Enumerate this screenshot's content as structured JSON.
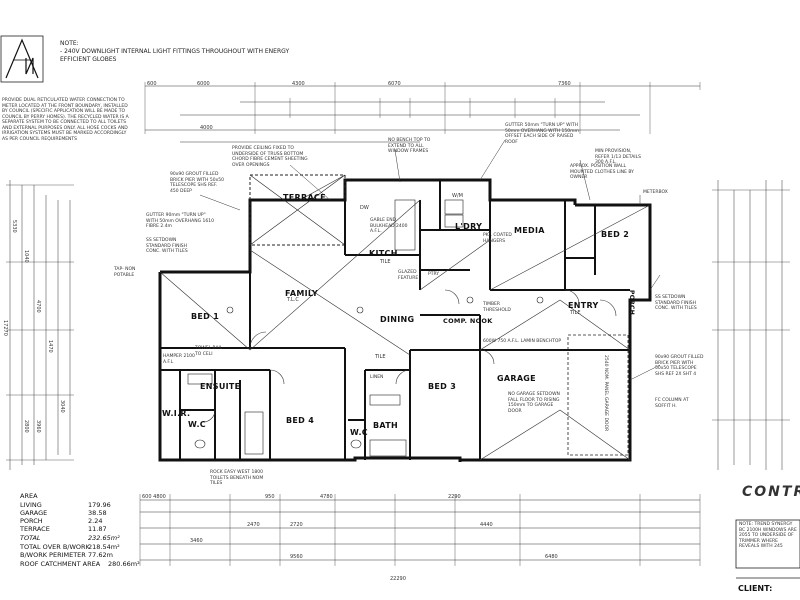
{
  "header_note": {
    "title": "NOTE:",
    "line1": "- 240V DOWNLIGHT INTERNAL LIGHT FITTINGS THROUGHOUT WITH ENERGY",
    "line2": "EFFICIENT GLOBES"
  },
  "water_note": "PROVIDE DUAL RETICULATED WATER CONNECTION TO METER LOCATED AT THE FRONT BOUNDARY, INSTALLED BY COUNCIL (SPECIFIC APPLICATION WILL BE MADE TO COUNCIL BY PERRY HOMES). THE RECYCLED WATER IS A SEPARATE SYSTEM TO BE CONNECTED TO ALL TOILETS AND EXTERNAL PURPOSES ONLY. ALL HOSE COCKS AND IRRIGATION SYSTEMS MUST BE MARKED ACCORDINGLY AS PER COUNCIL REQUIREMENTS",
  "rooms": {
    "terrace": "TERRACE",
    "kitch": "KITCH.",
    "ldry": "L'DRY",
    "media": "MEDIA",
    "bed2": "BED 2",
    "family": "FAMILY",
    "bed1": "BED 1",
    "entry": "ENTRY",
    "porch": "PORCH",
    "dining": "DINING",
    "comp_nook": "COMP. NOOK",
    "garage": "GARAGE",
    "bed3": "BED 3",
    "ensuite": "ENSUITE",
    "wir": "W.I.R.",
    "wc1": "W.C",
    "bed4": "BED 4",
    "wc2": "W.C",
    "bath": "BATH",
    "tile": "TILE",
    "tlc": "T.L.C",
    "dw": "DW",
    "wm": "W/M"
  },
  "notes": {
    "n_ceiling": "PROVIDE CEILING FIXED TO UNDERSIDE OF TRUSS BOTTOM CHORD FIBRE CEMENT SHEETING OVER OPENINGS",
    "n_pier": "90x90 GROUT FILLED BRICK PIER WITH 50x50 TELESCOPE SHS REF. 450 DEEP",
    "n_gutter": "GUTTER 90mm \"TURN UP\" WITH 50mm OVERHANG 1610 FIBRE 2.4m",
    "n_bench": "NO BENCH TOP TO EXTEND TO ALL WINDOW FRAMES",
    "n_gutter2": "GUTTER 50mm \"TURN UP\" WITH 50mm OVERHANG WITH 150mm OFFSET EACH SIDE OF RAISED ROOF",
    "n_provision": "MIN PROVISION, REFER 1/13 DETAILS 300 A.F.L.",
    "n_position": "APPROX. POSITION WALL MOUNTED CLOTHES LINE BY OWNER",
    "n_meterbox": "METERBOX",
    "n_standard": "SS SETDOWN STANDARD FINISH CONC. WITH TILES",
    "n_setdown": "SS SETDOWN STANDARD FINISH CONC. WITH TILES",
    "n_col": "FC COLUMN AT SOFFIT H.",
    "n_pier2": "90x90 GROUT FILLED BRICK PIER WITH 50x50 TELESCOPE SHS REF 2X SHT 4",
    "n_garage": "NO GARAGE SETDOWN FALL FLOOR TO RISING 150mm TO GARAGE DOOR",
    "n_gardoor": "2540 NOM. PANEL GARAGE DOOR",
    "n_hamper": "HAMPER 2100 A.F.L",
    "n_gable": "GABLE END BULKHEAD 2400 A.F.L.",
    "n_towel": "TOWEL RAIL TO CELI",
    "n_rock": "ROCK EASY WEST 1800 TOILETS BENEATH NOM TILES",
    "n_tapnon": "TAP- NON POTABLE",
    "n_timber": "TIMBER THRESHOLD",
    "n_pantry": "PTRY",
    "n_linen": "LINEN",
    "n_glazed": "GLAZED FEATURE",
    "n_bench2": "600W 750 A.F.L. LAMIN BENCHTOP",
    "n_pkt": "PKT. COATED HANGERS"
  },
  "dims_top": [
    "600",
    "6000",
    "4300",
    "6070",
    "7360",
    "4000"
  ],
  "dims_bottom": [
    "600 4800",
    "950",
    "4780",
    "2290",
    "3460",
    "2470",
    "2720",
    "4440",
    "9560",
    "6480",
    "22290"
  ],
  "dims_left": [
    "5330",
    "1040",
    "4700",
    "1470",
    "17270",
    "3040",
    "2800",
    "3960"
  ],
  "areas": {
    "header": "AREA",
    "rows": [
      {
        "label": "LIVING",
        "value": "179.96"
      },
      {
        "label": "GARAGE",
        "value": "38.58"
      },
      {
        "label": "PORCH",
        "value": "2.24"
      },
      {
        "label": "TERRACE",
        "value": "11.87"
      },
      {
        "label": "TOTAL",
        "value": "232.65m²"
      },
      {
        "label": "TOTAL OVER B/WORK",
        "value": "218.54m²"
      },
      {
        "label": "B/WORK PERIMETER",
        "value": "77.62m"
      },
      {
        "label": "ROOF CATCHMENT AREA",
        "value": "280.66m²"
      }
    ]
  },
  "contract": "CONTRA",
  "right_note": "NOTE: TREND SYNERGY BC 2100H WINDOWS ARE 2055 TO UNDERSIDE OF TRIMMER WHERE REVEALS WITH 245",
  "client": "CLIENT:"
}
